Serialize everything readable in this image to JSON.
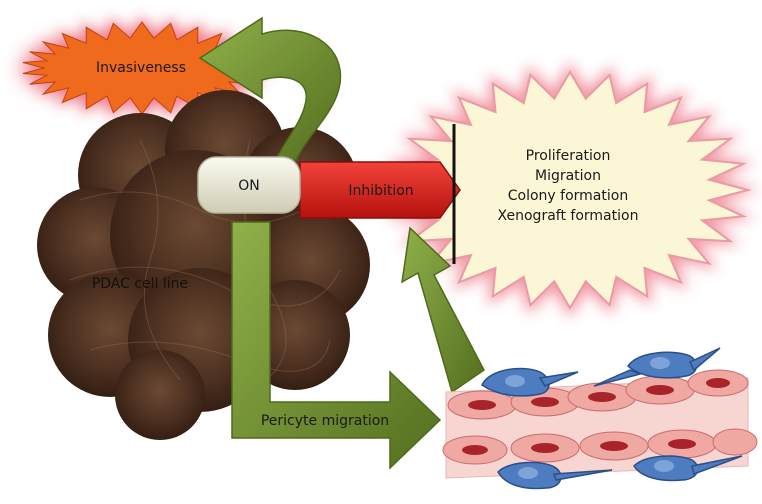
{
  "labels": {
    "invasiveness": "Invasiveness",
    "on": "ON",
    "inhibition": "Inhibition",
    "pdac": "PDAC cell line",
    "pericyte_migration": "Pericyte migration",
    "effects": [
      "Proliferation",
      "Migration",
      "Colony formation",
      "Xenograft formation"
    ]
  },
  "colors": {
    "invasiveness_fill": "#f06a1e",
    "glow": "#e8435a",
    "effects_fill": "#fbf6d6",
    "inhibition_fill": "#e0201b",
    "on_fill": "#e9e6d2",
    "arrow_green": "#6f8f2e",
    "tissue": "#4a2e1f",
    "vessel": "#f4c9c4",
    "pericyte": "#4d7cc0"
  }
}
